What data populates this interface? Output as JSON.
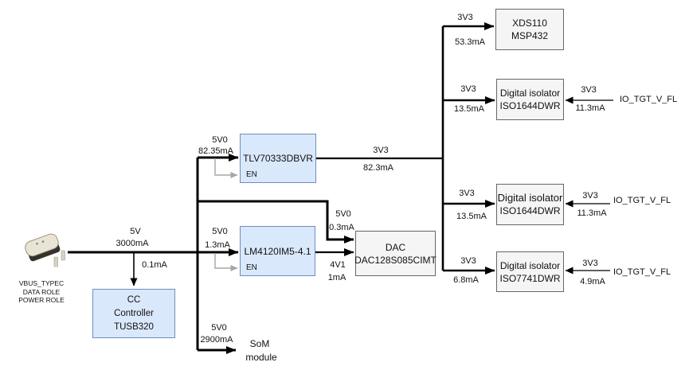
{
  "colors": {
    "blue_fill": "#dae8fc",
    "blue_border": "#6c8ebf",
    "gray_fill": "#f5f5f5",
    "gray_border": "#666666",
    "wire": "#000000",
    "en_wire": "#a6a6a6",
    "text": "#111111"
  },
  "source": {
    "lines": [
      "VBUS_TYPEC",
      "DATA ROLE",
      "POWER ROLE"
    ]
  },
  "blocks": {
    "cc": {
      "l1": "CC",
      "l2": "Controller",
      "l3": "TUSB320"
    },
    "tlv": {
      "name": "TLV70333DBVR",
      "en": "EN"
    },
    "lm": {
      "name": "LM4120IM5-4.1",
      "en": "EN"
    },
    "dac": {
      "l1": "DAC",
      "l2": "DAC128S085CIMT"
    },
    "xds": {
      "l1": "XDS110",
      "l2": "MSP432"
    },
    "iso1": {
      "l1": "Digital isolator",
      "l2": "ISO1644DWR"
    },
    "iso2": {
      "l1": "Digital isolator",
      "l2": "ISO1644DWR"
    },
    "iso3": {
      "l1": "Digital isolator",
      "l2": "ISO7741DWR"
    }
  },
  "nets": {
    "vbus": {
      "v": "5V",
      "i": "3000mA"
    },
    "cc_branch": {
      "i": "0.1mA"
    },
    "tlv_in": {
      "v": "5V0",
      "i": "82.35mA"
    },
    "tlv_out": {
      "v": "3V3",
      "i": "82.3mA"
    },
    "lm_in": {
      "v": "5V0",
      "i": "1.3mA"
    },
    "lm_out": {
      "v": "4V1",
      "i": "1mA"
    },
    "dac_5v": {
      "v": "5V0",
      "i": "0.3mA"
    },
    "som": {
      "v": "5V0",
      "i": "2900mA"
    },
    "xds_in": {
      "v": "3V3",
      "i": "53.3mA"
    },
    "iso1_in": {
      "v": "3V3",
      "i": "13.5mA"
    },
    "iso2_in": {
      "v": "3V3",
      "i": "13.5mA"
    },
    "iso3_in": {
      "v": "3V3",
      "i": "6.8mA"
    },
    "iso1_side": {
      "v": "3V3",
      "i": "11.3mA",
      "net": "IO_TGT_V_FL"
    },
    "iso2_side": {
      "v": "3V3",
      "i": "11.3mA",
      "net": "IO_TGT_V_FL"
    },
    "iso3_side": {
      "v": "3V3",
      "i": "4.9mA",
      "net": "IO_TGT_V_FL"
    }
  },
  "som": {
    "l1": "SoM",
    "l2": "module"
  }
}
